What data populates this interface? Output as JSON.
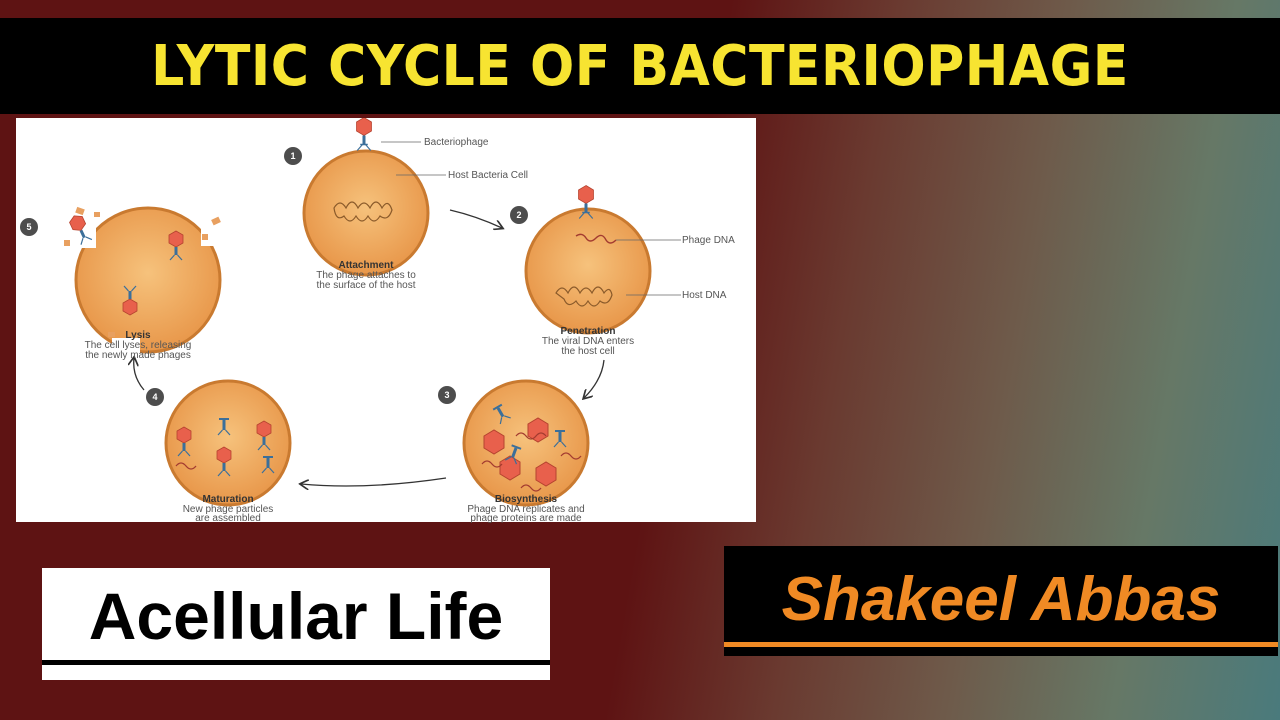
{
  "title": "LYTIC CYCLE OF BACTERIOPHAGE",
  "diagram": {
    "labels": {
      "bacteriophage": "Bacteriophage",
      "host_cell": "Host Bacteria Cell",
      "phage_dna": "Phage DNA",
      "host_dna": "Host DNA"
    },
    "stages": [
      {
        "number": "1",
        "name": "Attachment",
        "desc1": "The phage attaches to",
        "desc2": "the surface of the host"
      },
      {
        "number": "2",
        "name": "Penetration",
        "desc1": "The viral DNA enters",
        "desc2": "the host cell"
      },
      {
        "number": "3",
        "name": "Biosynthesis",
        "desc1": "Phage DNA replicates and",
        "desc2": "phage proteins are made"
      },
      {
        "number": "4",
        "name": "Maturation",
        "desc1": "New phage particles",
        "desc2": "are assembled"
      },
      {
        "number": "5",
        "name": "Lysis",
        "desc1": "The cell lyses, releasing",
        "desc2": "the newly made phages"
      }
    ]
  },
  "topic": "Acellular Life",
  "author": "Shakeel Abbas",
  "colors": {
    "title_text": "#f7e431",
    "author_text": "#f08a24",
    "cell_fill": "#f0a860",
    "cell_stroke": "#c97a30",
    "phage_head": "#e8604c",
    "phage_tail": "#3b6f9a"
  }
}
